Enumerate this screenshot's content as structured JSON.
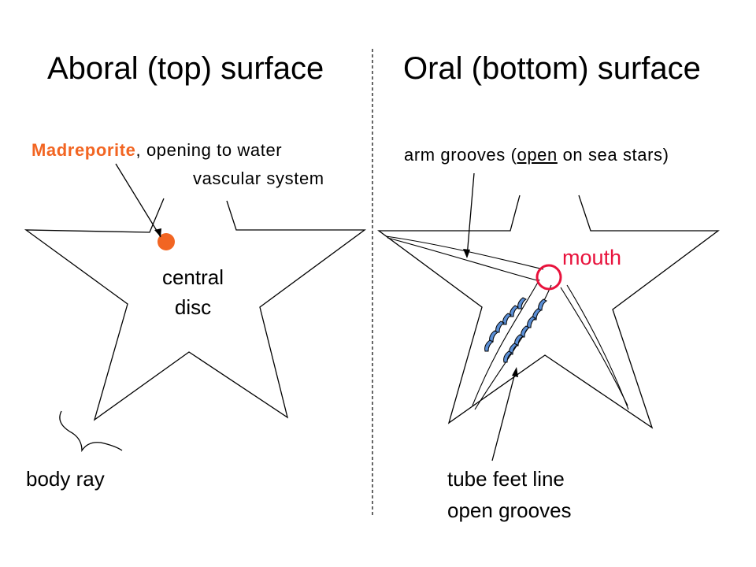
{
  "left_panel": {
    "title": "Aboral (top) surface",
    "madreporite_label": "Madreporite",
    "madreporite_desc_1": ", opening to water",
    "madreporite_desc_2": "vascular system",
    "central_disc_1": "central",
    "central_disc_2": "disc",
    "body_ray": "body ray"
  },
  "right_panel": {
    "title": "Oral (bottom) surface",
    "arm_grooves_pre": "arm grooves (",
    "arm_grooves_open": "open",
    "arm_grooves_post": " on sea stars)",
    "mouth": "mouth",
    "tube_feet_1": "tube feet line",
    "tube_feet_2": "open grooves"
  },
  "colors": {
    "madreporite": "#f26522",
    "mouth": "#e8123c",
    "tube_feet": "#5b8fd6",
    "outline": "#000000"
  }
}
